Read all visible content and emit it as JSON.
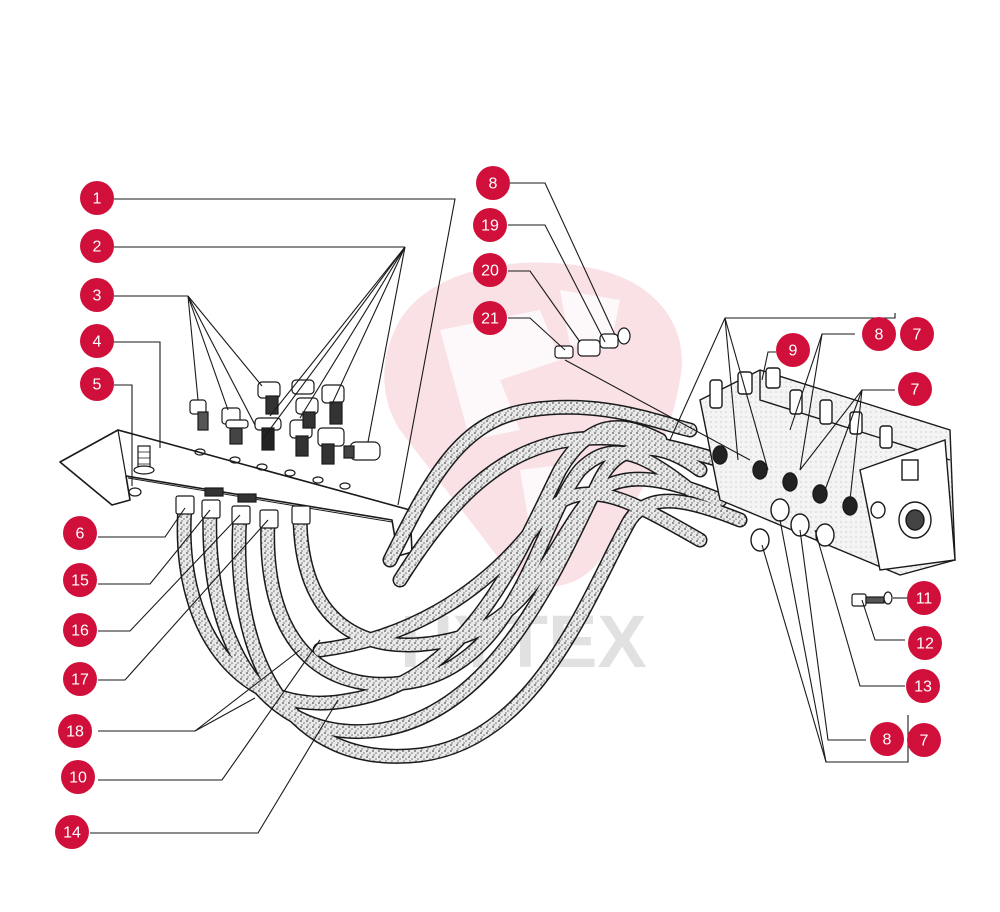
{
  "diagram": {
    "watermark_text": "HYTEX",
    "colors": {
      "badge": "#d0103a",
      "badge_text": "#ffffff",
      "line": "#1a1a1a",
      "watermark_logo": "#f2b8c2"
    },
    "callouts": [
      {
        "id": "c1",
        "label": "1"
      },
      {
        "id": "c2",
        "label": "2"
      },
      {
        "id": "c3",
        "label": "3"
      },
      {
        "id": "c4",
        "label": "4"
      },
      {
        "id": "c5",
        "label": "5"
      },
      {
        "id": "c6",
        "label": "6"
      },
      {
        "id": "c15",
        "label": "15"
      },
      {
        "id": "c16",
        "label": "16"
      },
      {
        "id": "c17",
        "label": "17"
      },
      {
        "id": "c18",
        "label": "18"
      },
      {
        "id": "c10",
        "label": "10"
      },
      {
        "id": "c14",
        "label": "14"
      },
      {
        "id": "c8a",
        "label": "8"
      },
      {
        "id": "c19",
        "label": "19"
      },
      {
        "id": "c20",
        "label": "20"
      },
      {
        "id": "c21",
        "label": "21"
      },
      {
        "id": "c9",
        "label": "9"
      },
      {
        "id": "c8b",
        "label": "8"
      },
      {
        "id": "c7a",
        "label": "7"
      },
      {
        "id": "c7b",
        "label": "7"
      },
      {
        "id": "c11",
        "label": "11"
      },
      {
        "id": "c12",
        "label": "12"
      },
      {
        "id": "c13",
        "label": "13"
      },
      {
        "id": "c8c",
        "label": "8"
      },
      {
        "id": "c7c",
        "label": "7"
      }
    ]
  }
}
